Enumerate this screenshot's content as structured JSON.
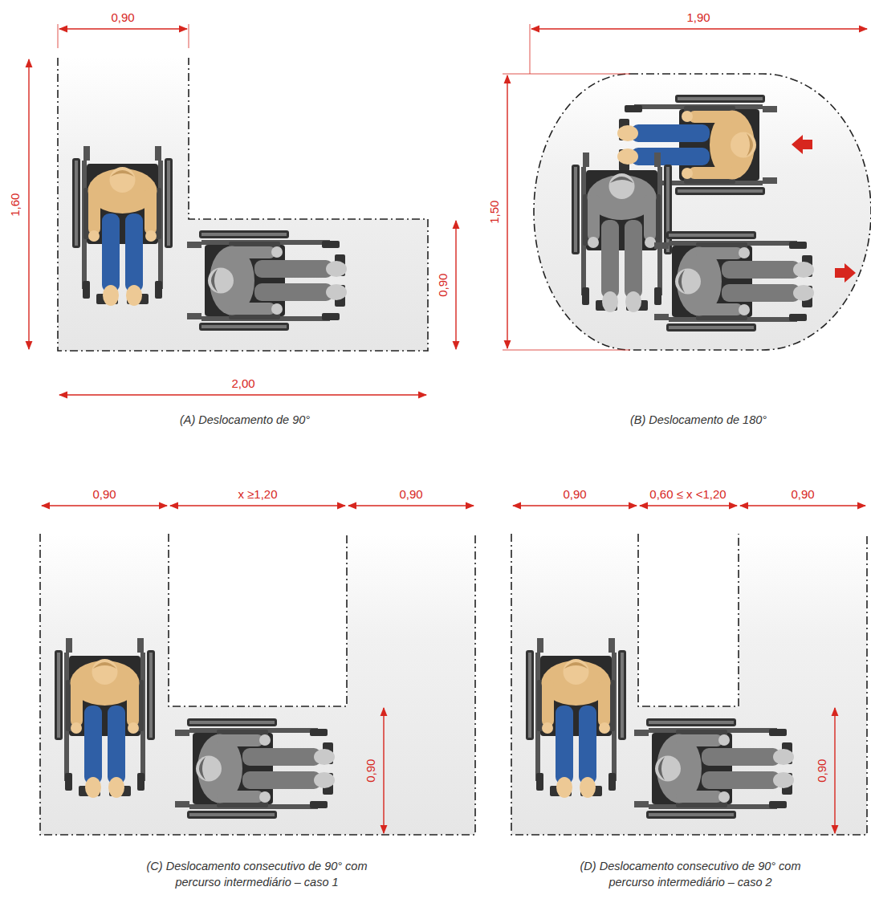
{
  "diagram": {
    "labels": [
      "0,90",
      "1,60",
      "0,90",
      "2,00",
      "(A) Deslocamento de 90°",
      "1,90",
      "1,50",
      "(B) Deslocamento de 180°",
      "0,90",
      "x ≥1,20",
      "0,90",
      "0,90",
      "(C) Deslocamento consecutivo de 90° com percurso intermediário – caso 1",
      "0,90",
      "0,60 ≤ x <1,20",
      "0,90",
      "0,90",
      "(D) Deslocamento consecutivo de 90° com percurso intermediário – caso 2"
    ]
  }
}
